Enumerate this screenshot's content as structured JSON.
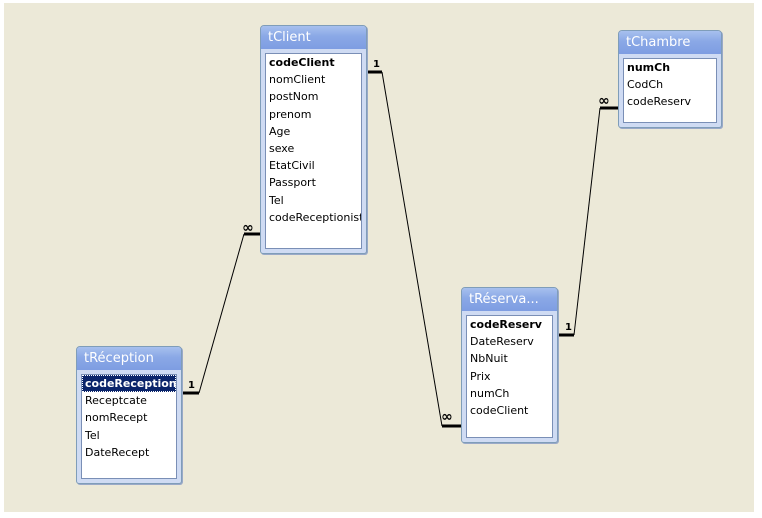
{
  "tables": {
    "client": {
      "title": "tClient",
      "fields": [
        "codeClient",
        "nomClient",
        "postNom",
        "prenom",
        "Age",
        "sexe",
        "EtatCivil",
        "Passport",
        "Tel",
        "codeReceptionist"
      ]
    },
    "chambre": {
      "title": "tChambre",
      "fields": [
        "numCh",
        "CodCh",
        "codeReserv"
      ]
    },
    "reception": {
      "title": "tRéception",
      "fields": [
        "codeReceptionist",
        "Receptcate",
        "nomRecept",
        "Tel",
        "DateRecept"
      ]
    },
    "reserva": {
      "title": "tRéserva...",
      "fields": [
        "codeReserv",
        "DateReserv",
        "NbNuit",
        "Prix",
        "numCh",
        "codeClient"
      ]
    }
  },
  "relationships": [
    {
      "from": "tRéception.codeReceptionist",
      "to": "tClient.codeReceptionist",
      "one": "1",
      "many": "∞"
    },
    {
      "from": "tClient.codeClient",
      "to": "tRéserva....codeClient",
      "one": "1",
      "many": "∞"
    },
    {
      "from": "tRéserva....codeReserv",
      "to": "tChambre.codeReserv",
      "one": "1",
      "many": "∞"
    }
  ]
}
